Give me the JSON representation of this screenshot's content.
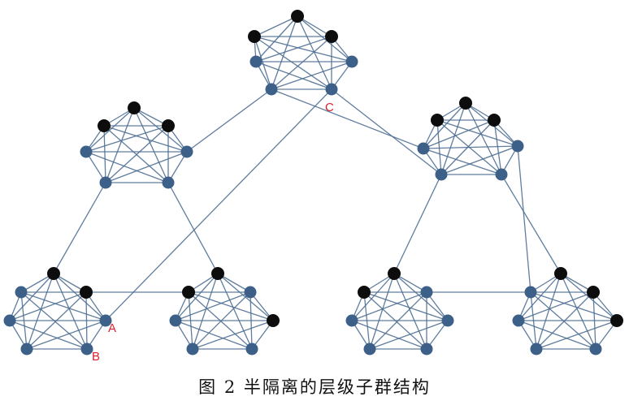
{
  "caption": "图 2   半隔离的层级子群结构",
  "labels": {
    "a": "A",
    "b": "B",
    "c": "C"
  },
  "colors": {
    "edge": "#4f6f93",
    "node_dark": "#0d0d0d",
    "node_blue": "#3d6089",
    "label": "#d9202f"
  },
  "structure": {
    "clusters": [
      "top",
      "mid-left",
      "mid-right",
      "bottom-1",
      "bottom-2",
      "bottom-3",
      "bottom-4"
    ],
    "nodes_per_cluster": 7
  }
}
